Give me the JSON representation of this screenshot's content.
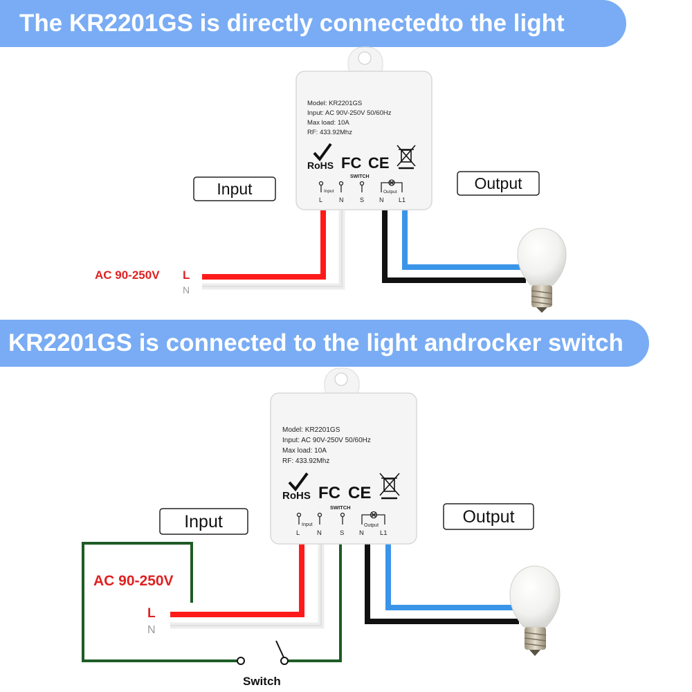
{
  "banners": {
    "top": "The KR2201GS is directly connectedto the light",
    "bottom": "KR2201GS is connected to the light androcker switch"
  },
  "device": {
    "model": "Model: KR2201GS",
    "input": "Input: AC 90V-250V 50/60Hz",
    "max_load": "Max load: 10A",
    "rf": "RF: 433.92Mhz",
    "rohs": "RoHS",
    "fc": "FC",
    "ce": "CE",
    "switch_label": "SWITCH",
    "input_port": "Input",
    "output_port": "Output",
    "terminals": [
      "L",
      "N",
      "S",
      "N",
      "L1"
    ]
  },
  "labels": {
    "input": "Input",
    "output": "Output",
    "ac_voltage": "AC 90-250V",
    "live": "L",
    "neutral": "N",
    "switch": "Switch"
  },
  "colors": {
    "banner": "#79acf4",
    "live_wire": "#ff1a1a",
    "neutral_wire": "#e8e8e8",
    "load_wire": "#111111",
    "output_wire": "#3a95e8",
    "switch_loop": "#1d5c25"
  }
}
